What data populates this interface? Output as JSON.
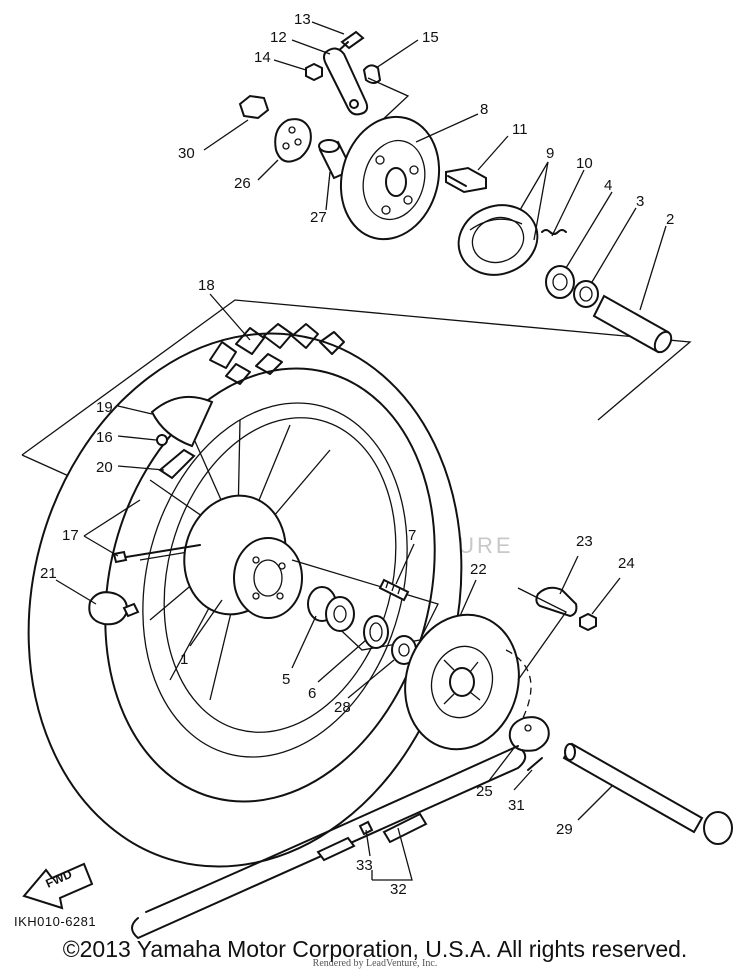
{
  "diagram": {
    "code": "IKH010-6281",
    "fwd_label": "FWD",
    "watermark_text": "LEADVENTURE",
    "callouts": [
      "1",
      "2",
      "3",
      "4",
      "5",
      "6",
      "7",
      "8",
      "9",
      "10",
      "11",
      "12",
      "13",
      "14",
      "15",
      "16",
      "17",
      "18",
      "19",
      "20",
      "21",
      "22",
      "23",
      "24",
      "25",
      "26",
      "27",
      "28",
      "29",
      "30",
      "31",
      "32",
      "33"
    ]
  },
  "footer": {
    "copyright": "©2013 Yamaha Motor Corporation, U.S.A. All rights reserved.",
    "rendered_by": "Rendered by LeadVenture, Inc."
  }
}
